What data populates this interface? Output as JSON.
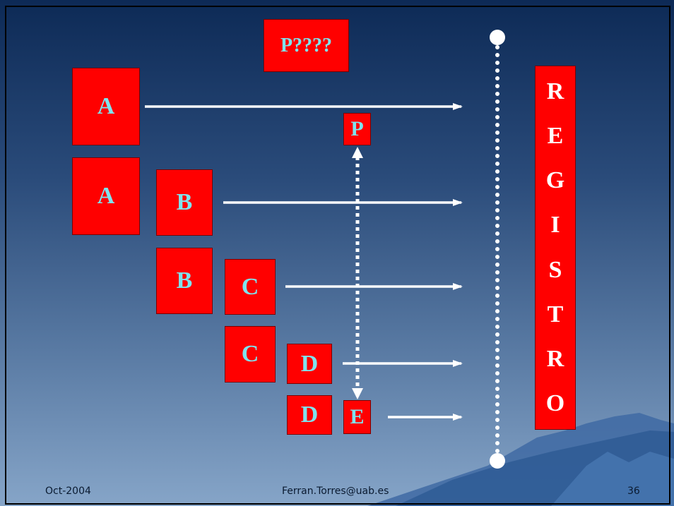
{
  "slide": {
    "header_box": "P????",
    "blocks": {
      "a1": "A",
      "a2": "A",
      "b1": "B",
      "b2": "B",
      "c1": "C",
      "c2": "C",
      "d1": "D",
      "d2": "D",
      "p": "P",
      "e": "E"
    },
    "registro_letters": [
      "R",
      "E",
      "G",
      "I",
      "S",
      "T",
      "R",
      "O"
    ]
  },
  "footer": {
    "date": "Oct-2004",
    "email": "Ferran.Torres@uab.es",
    "page": "36"
  },
  "colors": {
    "box_fill": "#ff0000",
    "box_text": "#7fe3ee",
    "registro_text": "#ffffff",
    "arrow": "#ffffff"
  }
}
